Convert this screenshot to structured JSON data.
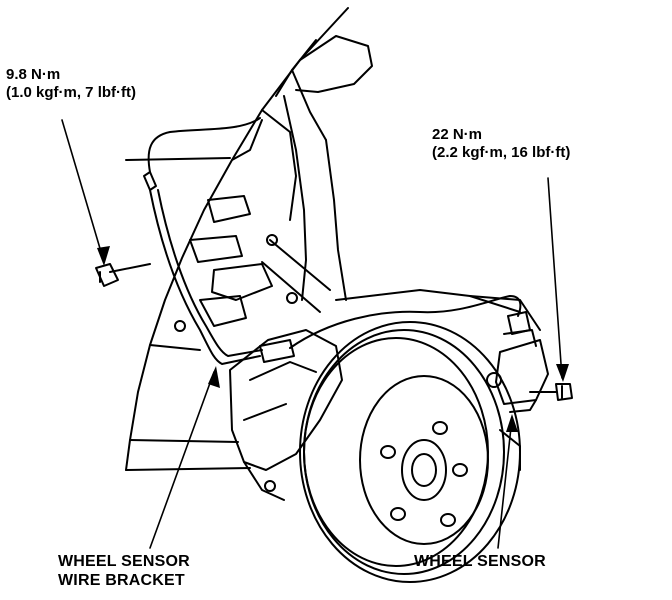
{
  "torque_left": {
    "value": "9.8 N·m",
    "detail": "(1.0 kgf·m, 7 lbf·ft)"
  },
  "torque_right": {
    "value": "22 N·m",
    "detail": "(2.2 kgf·m, 16 lbf·ft)"
  },
  "callouts": {
    "bracket_line1": "WHEEL SENSOR",
    "bracket_line2": "WIRE BRACKET",
    "sensor": "WHEEL SENSOR"
  },
  "colors": {
    "ink": "#000000",
    "paper": "#ffffff"
  }
}
